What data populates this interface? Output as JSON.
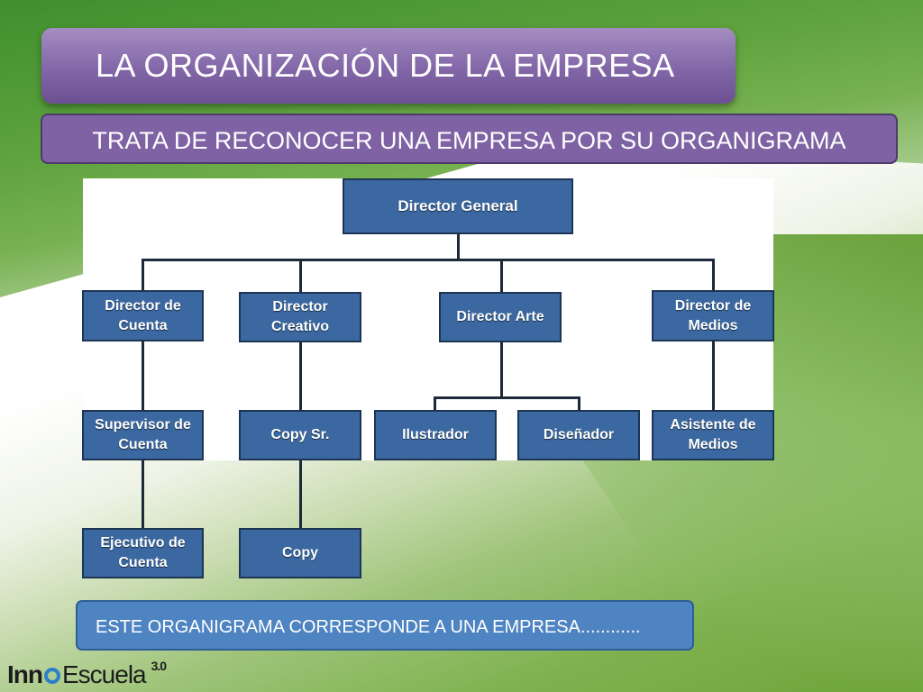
{
  "title": "LA ORGANIZACIÓN DE LA EMPRESA",
  "subtitle": "TRATA DE RECONOCER UNA EMPRESA POR SU ORGANIGRAMA",
  "chart": {
    "root": "Director General",
    "director_cuenta": "Director de Cuenta",
    "director_creativo": "Director Creativo",
    "director_arte": "Director Arte",
    "director_medios": "Director de Medios",
    "supervisor_cuenta": "Supervisor de Cuenta",
    "copy_sr": "Copy Sr.",
    "ilustrador": "Ilustrador",
    "disenador": "Diseñador",
    "asistente_medios": "Asistente de Medios",
    "ejecutivo_cuenta": "Ejecutivo de Cuenta",
    "copy": "Copy"
  },
  "footer_text": "ESTE ORGANIGRAMA CORRESPONDE A UNA EMPRESA............",
  "logo": {
    "part1": "Inn",
    "part2": "Escuela",
    "version": "3.0"
  }
}
